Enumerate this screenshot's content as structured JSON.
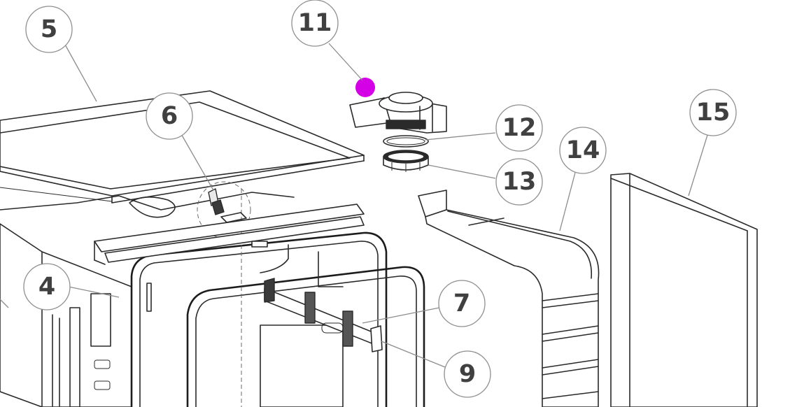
{
  "diagram": {
    "type": "exploded-parts-view",
    "marker_color": "#d400e6",
    "line_color": "#2a2a2a",
    "callout_color": "#404040",
    "callouts": [
      {
        "id": "5",
        "label": "5"
      },
      {
        "id": "11",
        "label": "11"
      },
      {
        "id": "6",
        "label": "6"
      },
      {
        "id": "12",
        "label": "12"
      },
      {
        "id": "15",
        "label": "15"
      },
      {
        "id": "14",
        "label": "14"
      },
      {
        "id": "13",
        "label": "13"
      },
      {
        "id": "4",
        "label": "4"
      },
      {
        "id": "7",
        "label": "7"
      },
      {
        "id": "9",
        "label": "9"
      }
    ]
  }
}
